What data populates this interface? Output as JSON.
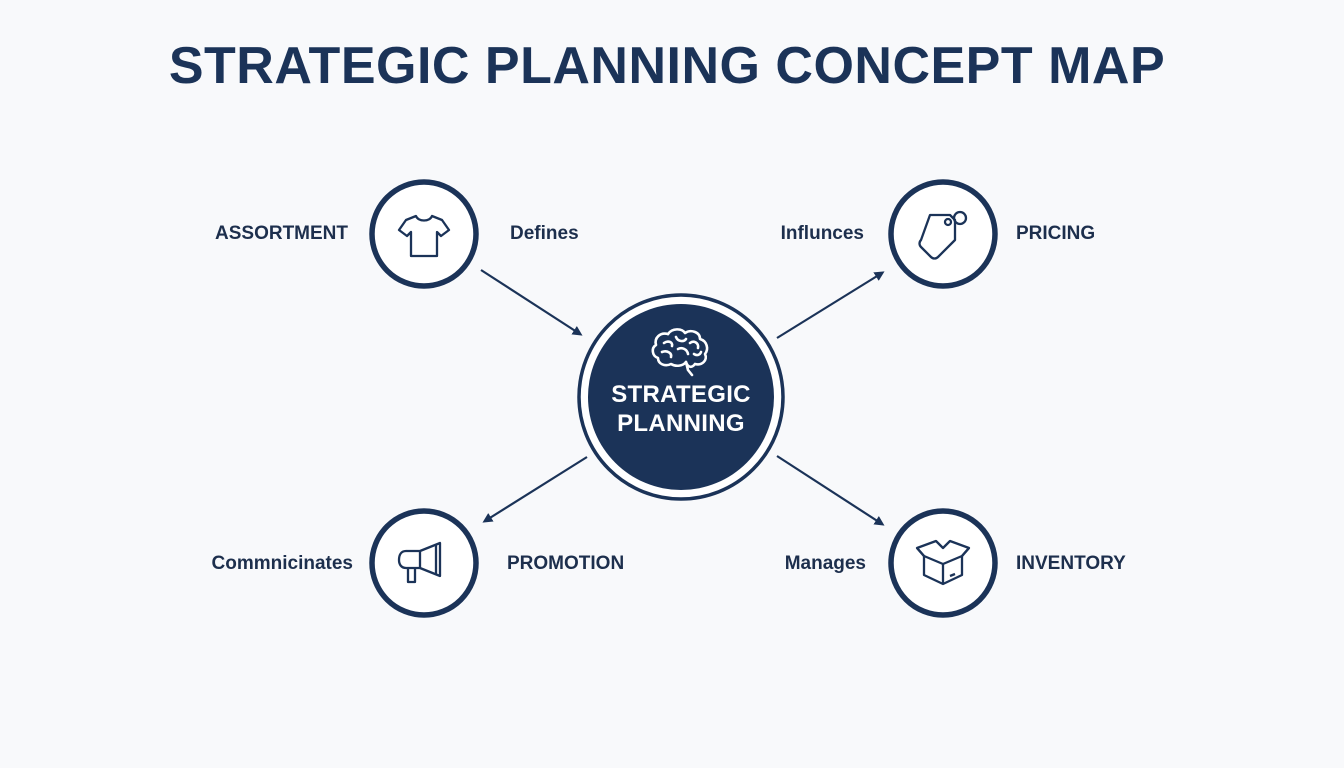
{
  "title": "STRATEGIC PLANNING CONCEPT MAP",
  "colors": {
    "primary": "#1b3358",
    "background": "#f8f9fb",
    "center_text": "#ffffff"
  },
  "center": {
    "label_line1": "STRATEGIC",
    "label_line2": "PLANNING",
    "icon": "brain-icon"
  },
  "nodes": {
    "assortment": {
      "label": "ASSORTMENT",
      "relation": "Defines",
      "icon": "tshirt-icon",
      "arrow": "node-to-center"
    },
    "pricing": {
      "label": "PRICING",
      "relation": "Influnces",
      "icon": "price-tag-icon",
      "arrow": "center-to-node"
    },
    "promotion": {
      "label": "PROMOTION",
      "relation": "Commnicinates",
      "icon": "megaphone-icon",
      "arrow": "center-to-node"
    },
    "inventory": {
      "label": "INVENTORY",
      "relation": "Manages",
      "icon": "box-icon",
      "arrow": "center-to-node"
    }
  }
}
